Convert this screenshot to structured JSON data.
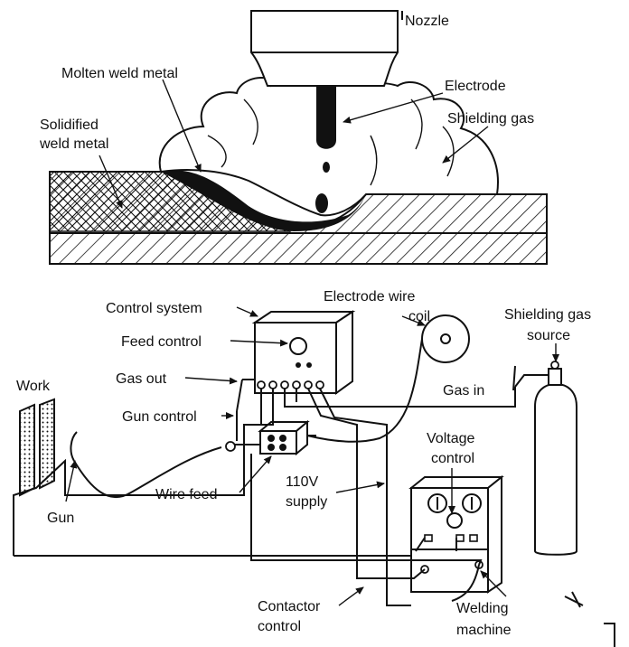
{
  "labels": {
    "nozzle": "Nozzle",
    "molten": "Molten weld metal",
    "electrode": "Electrode",
    "solidified_1": "Solidified",
    "solidified_2": "weld metal",
    "shielding_gas": "Shielding gas",
    "control_system": "Control system",
    "electrode_wire_1": "Electrode wire",
    "electrode_wire_2": "coil",
    "shielding_source_1": "Shielding gas",
    "shielding_source_2": "source",
    "feed_control": "Feed control",
    "gas_out": "Gas out",
    "gas_in": "Gas in",
    "work": "Work",
    "gun_control": "Gun control",
    "voltage_control_1": "Voltage",
    "voltage_control_2": "control",
    "gun": "Gun",
    "wire_feed": "Wire feed",
    "supply_1": "110V",
    "supply_2": "supply",
    "contactor_1": "Contactor",
    "contactor_2": "control",
    "welding_1": "Welding",
    "welding_2": "machine"
  },
  "colors": {
    "ink": "#111111",
    "paper": "#ffffff"
  }
}
